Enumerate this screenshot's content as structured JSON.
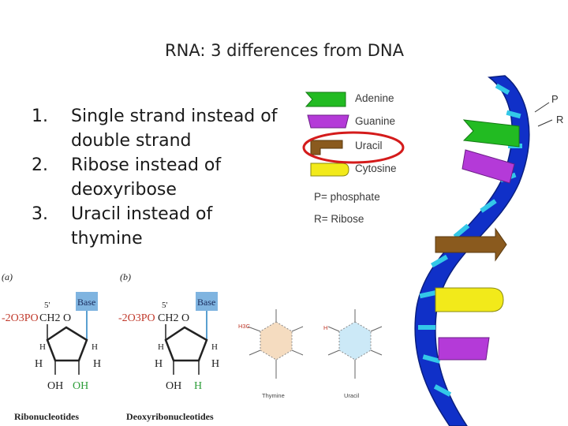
{
  "slide": {
    "title": "RNA: 3 differences from DNA",
    "bullets": [
      {
        "num": "1.",
        "text": "Single strand instead of double strand"
      },
      {
        "num": "2.",
        "text": "Ribose instead of deoxyribose"
      },
      {
        "num": "3.",
        "text": "Uracil instead of thymine"
      }
    ]
  },
  "legend": {
    "items": [
      {
        "label": "Adenine",
        "color": "#22bb22"
      },
      {
        "label": "Guanine",
        "color": "#b43ad8"
      },
      {
        "label": "Uracil",
        "color": "#8a5a1e"
      },
      {
        "label": "Cytosine",
        "color": "#f2ea1a"
      }
    ],
    "phosphate": "P= phosphate",
    "ribose": "R= Ribose",
    "highlight_color": "#d41b1b"
  },
  "helix": {
    "p_label": "P",
    "r_label": "R",
    "backbone_color": "#1030c8",
    "segment_color": "#33c8e8"
  },
  "nucleotides": {
    "panel_a": "(a)",
    "panel_b": "(b)",
    "phosphate_group": "-2O3PO",
    "ch2": "CH2",
    "o": "O",
    "five_prime": "5'",
    "base": "Base",
    "h": "H",
    "oh": "OH",
    "caption_a": "Ribonucleotides",
    "caption_b": "Deoxyribonucleotides",
    "ribose_2_group": "OH",
    "deoxy_2_group": "H"
  },
  "bases": {
    "thymine": "Thymine",
    "uracil": "Uracil",
    "methyl": "H3C"
  }
}
